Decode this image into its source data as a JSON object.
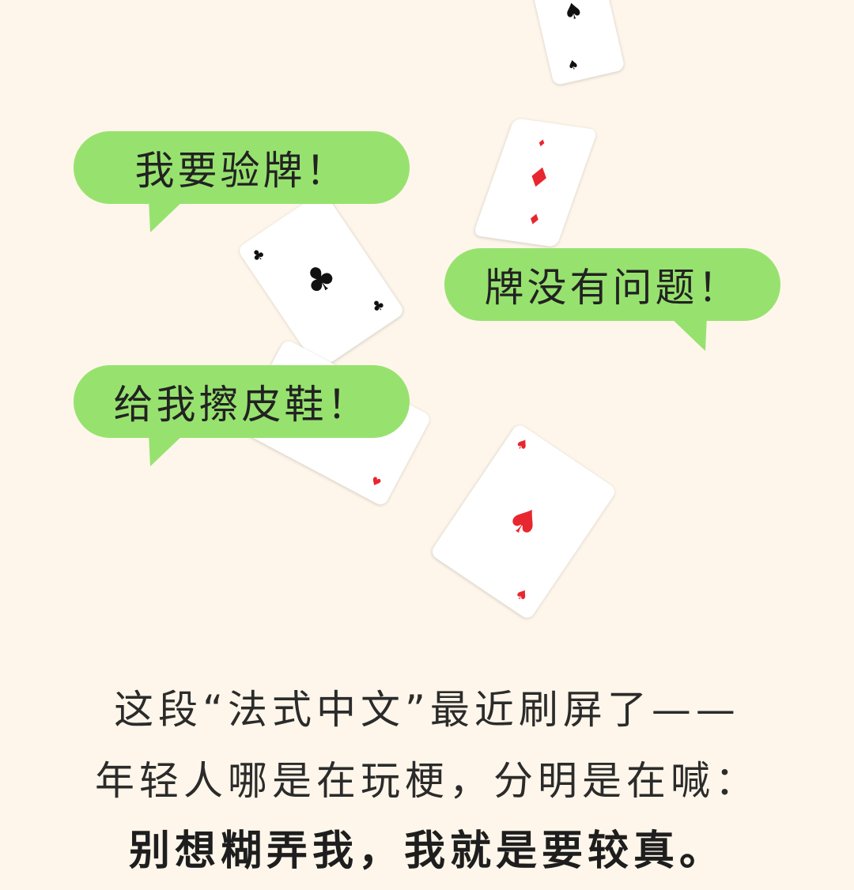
{
  "bubbles": {
    "b1": "我要验牌！",
    "b2": "牌没有问题！",
    "b3": "给我擦皮鞋！"
  },
  "cards": [
    {
      "suit": "spade",
      "color": "#111111"
    },
    {
      "suit": "diamond",
      "color": "#e8262e"
    },
    {
      "suit": "club",
      "color": "#111111"
    },
    {
      "suit": "heart",
      "color": "#e8262e"
    },
    {
      "suit": "spade",
      "color": "#e8262e"
    }
  ],
  "caption": {
    "line1": "这段“法式中文”最近刷屏了——",
    "line2": "年轻人哪是在玩梗，分明是在喊：",
    "line3": "别想糊弄我，我就是要较真。"
  },
  "colors": {
    "background": "#fef6ea",
    "bubble": "#97e26f",
    "red_suit": "#e8262e",
    "black_suit": "#111111"
  }
}
